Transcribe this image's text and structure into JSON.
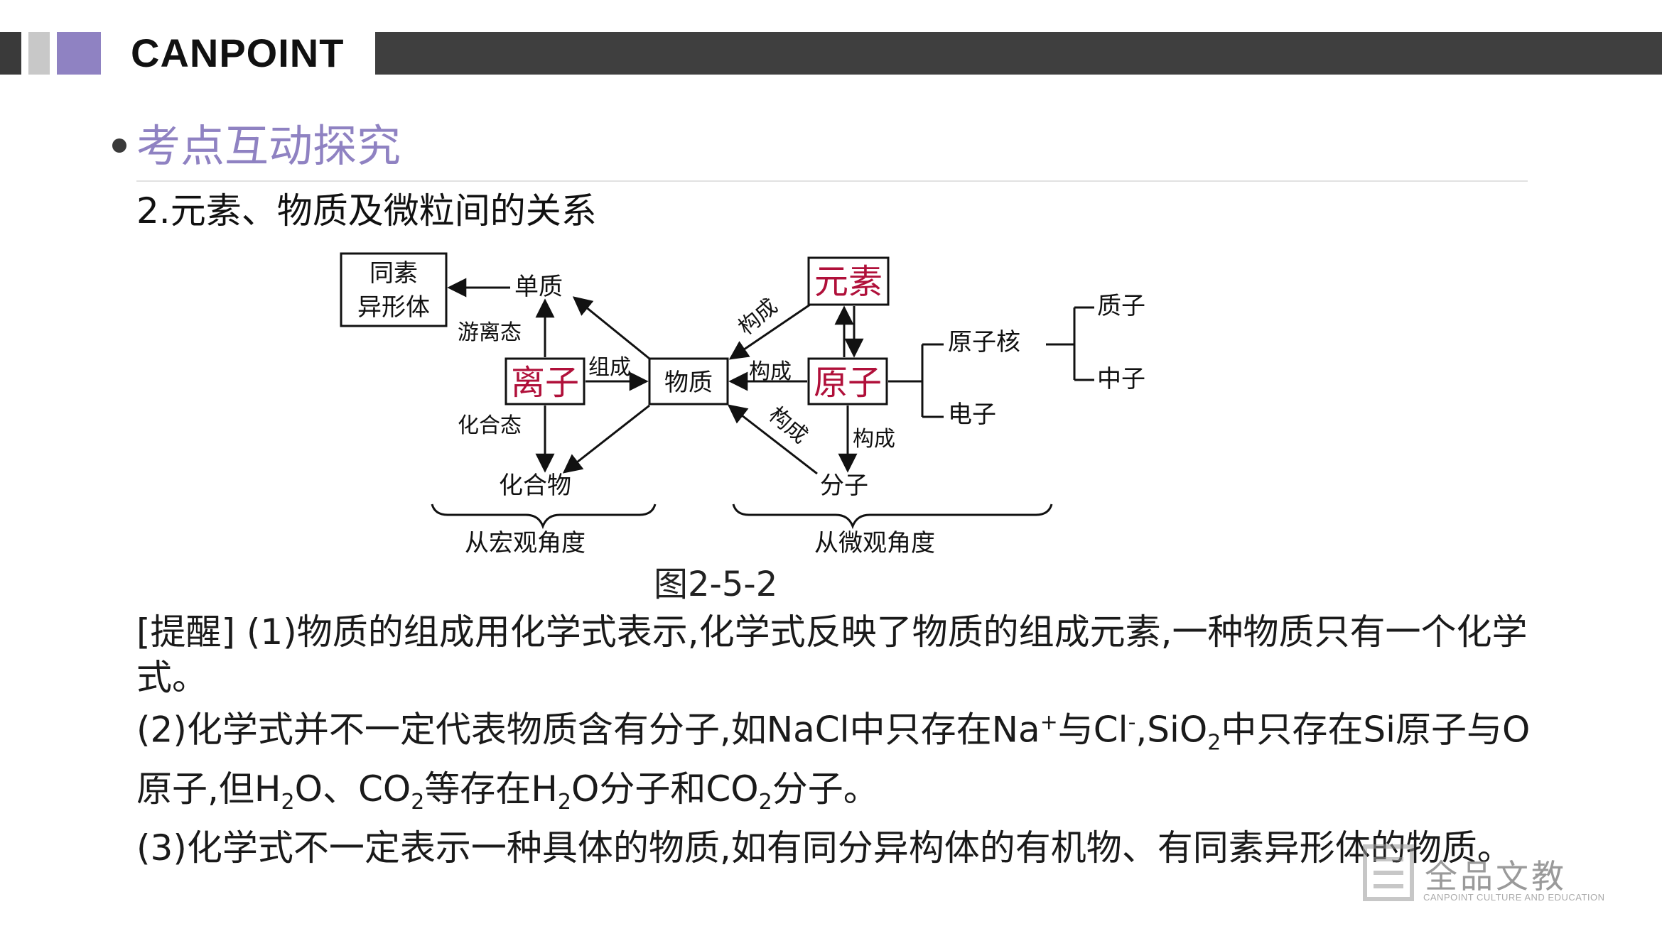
{
  "header": {
    "brand": "CANPOINT"
  },
  "section": {
    "title": "考点互动探究",
    "subtitle": "2.元素、物质及微粒间的关系"
  },
  "diagram": {
    "nodes": {
      "allotrope_line1": "同素",
      "allotrope_line2": "异形体",
      "element": "元素",
      "single_substance": "单质",
      "ion": "离子",
      "substance": "物质",
      "atom": "原子",
      "compound": "化合物",
      "molecule": "分子",
      "nucleus": "原子核",
      "electron": "电子",
      "proton": "质子",
      "neutron": "中子"
    },
    "edge_labels": {
      "free_state": "游离态",
      "combined_state": "化合态",
      "compose_ion": "组成",
      "constitute_element": "构成",
      "constitute_atom": "构成",
      "constitute_molecule_down": "构成",
      "constitute_molecule": "构成"
    },
    "braces": {
      "macro": "从宏观角度",
      "micro": "从微观角度"
    },
    "highlight_color": "#b0103a"
  },
  "figure": {
    "caption": "图2-5-2"
  },
  "notes": {
    "n1": "[提醒] (1)物质的组成用化学式表示,化学式反映了物质的组成元素,一种物质只有一个化学式。",
    "n2_a": "(2)化学式并不一定代表物质含有分子,如NaCl中只存在Na",
    "n2_sup1": "+",
    "n2_b": "与Cl",
    "n2_sup2": "-",
    "n2_c": ",SiO",
    "n2_sub1": "2",
    "n2_d": "中只存在Si原子与O原子,但H",
    "n2_sub2": "2",
    "n2_e": "O、CO",
    "n2_sub3": "2",
    "n2_f": "等存在H",
    "n2_sub4": "2",
    "n2_g": "O分子和CO",
    "n2_sub5": "2",
    "n2_h": "分子。",
    "n3": "(3)化学式不一定表示一种具体的物质,如有同分异构体的有机物、有同素异形体的物质。"
  },
  "watermark": {
    "text": "全品文教",
    "sub": "CANPOINT CULTURE AND EDUCATION"
  }
}
